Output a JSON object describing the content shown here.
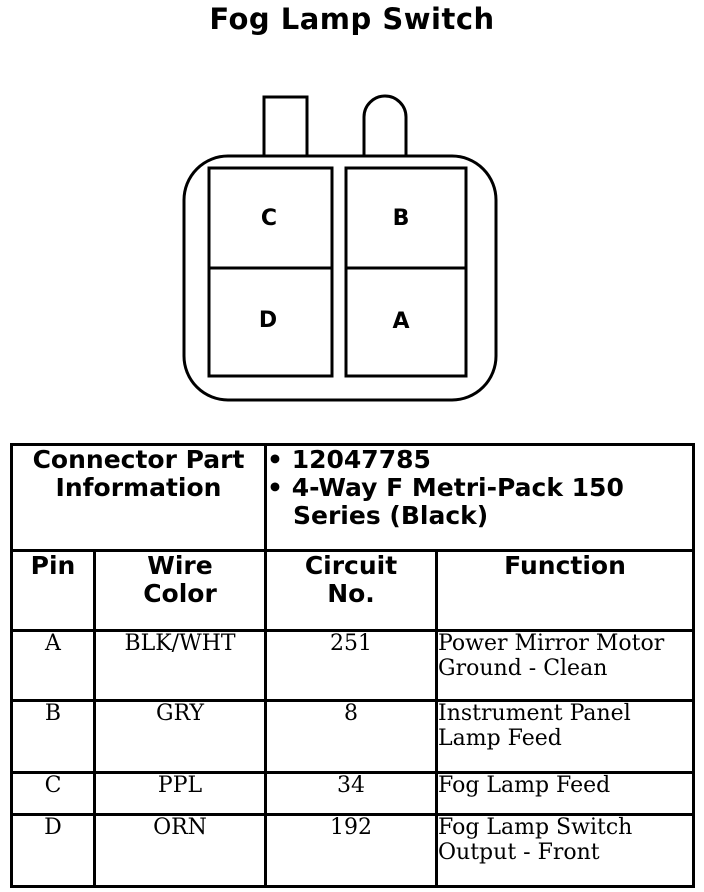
{
  "title": "Fog Lamp Switch",
  "connector": {
    "pins": {
      "top_left": "C",
      "top_right": "B",
      "bottom_left": "D",
      "bottom_right": "A"
    }
  },
  "part_info": {
    "label_line1": "Connector Part",
    "label_line2": "Information",
    "bullet": "•",
    "item1": "12047785",
    "item2_line1": "4-Way F Metri-Pack 150",
    "item2_line2": "Series (Black)"
  },
  "headers": {
    "pin": "Pin",
    "wire_line1": "Wire",
    "wire_line2": "Color",
    "circuit_line1": "Circuit",
    "circuit_line2": "No.",
    "function": "Function"
  },
  "rows": [
    {
      "pin": "A",
      "wire": "BLK/WHT",
      "circuit": "251",
      "function_line1": "Power Mirror Motor",
      "function_line2": "Ground - Clean"
    },
    {
      "pin": "B",
      "wire": "GRY",
      "circuit": "8",
      "function_line1": "Instrument Panel",
      "function_line2": "Lamp Feed"
    },
    {
      "pin": "C",
      "wire": "PPL",
      "circuit": "34",
      "function_line1": "Fog Lamp Feed",
      "function_line2": ""
    },
    {
      "pin": "D",
      "wire": "ORN",
      "circuit": "192",
      "function_line1": "Fog Lamp Switch",
      "function_line2": "Output - Front"
    }
  ]
}
